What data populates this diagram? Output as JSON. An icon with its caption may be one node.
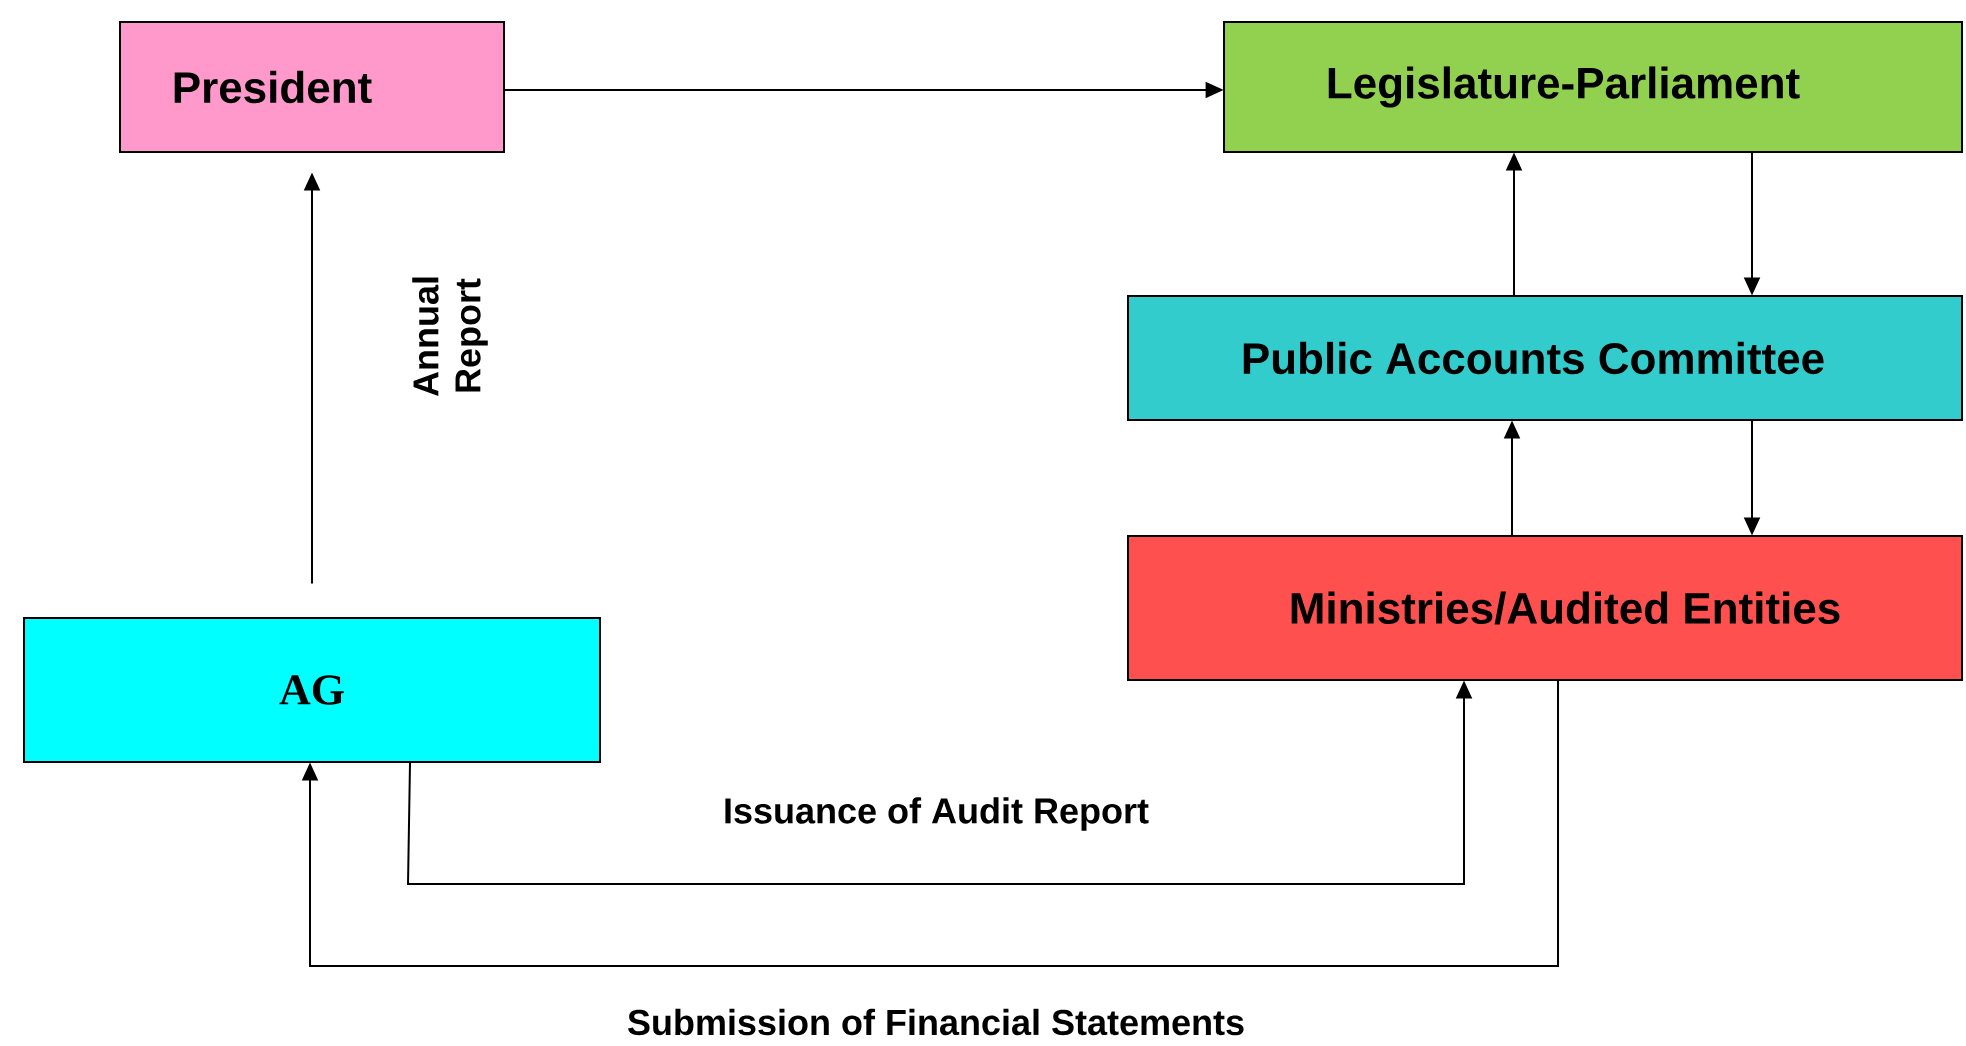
{
  "diagram": {
    "nodes": [
      {
        "text": [
          "President"
        ]
      },
      {
        "text": [
          "Legislature-Parliament"
        ]
      },
      {
        "text": [
          "Public Accounts Committee"
        ]
      },
      {
        "text": [
          "Ministries/Audited Entities"
        ]
      },
      {
        "text": [
          "AG"
        ]
      }
    ],
    "edges": [
      {
        "from": 0,
        "to": 1,
        "arrow": "to"
      },
      {
        "from": 4,
        "to": 0,
        "arrow": "to",
        "label": "Annual Report"
      },
      {
        "from": 2,
        "to": 1,
        "arrow": "to"
      },
      {
        "from": 1,
        "to": 2,
        "arrow": "to"
      },
      {
        "from": 3,
        "to": 2,
        "arrow": "to"
      },
      {
        "from": 2,
        "to": 3,
        "arrow": "to"
      },
      {
        "from": 4,
        "to": 3,
        "arrow": "to",
        "label": "Issuance of Audit Report"
      },
      {
        "from": 3,
        "to": 4,
        "arrow": "to",
        "label": "Submission of Financial Statements"
      }
    ]
  }
}
